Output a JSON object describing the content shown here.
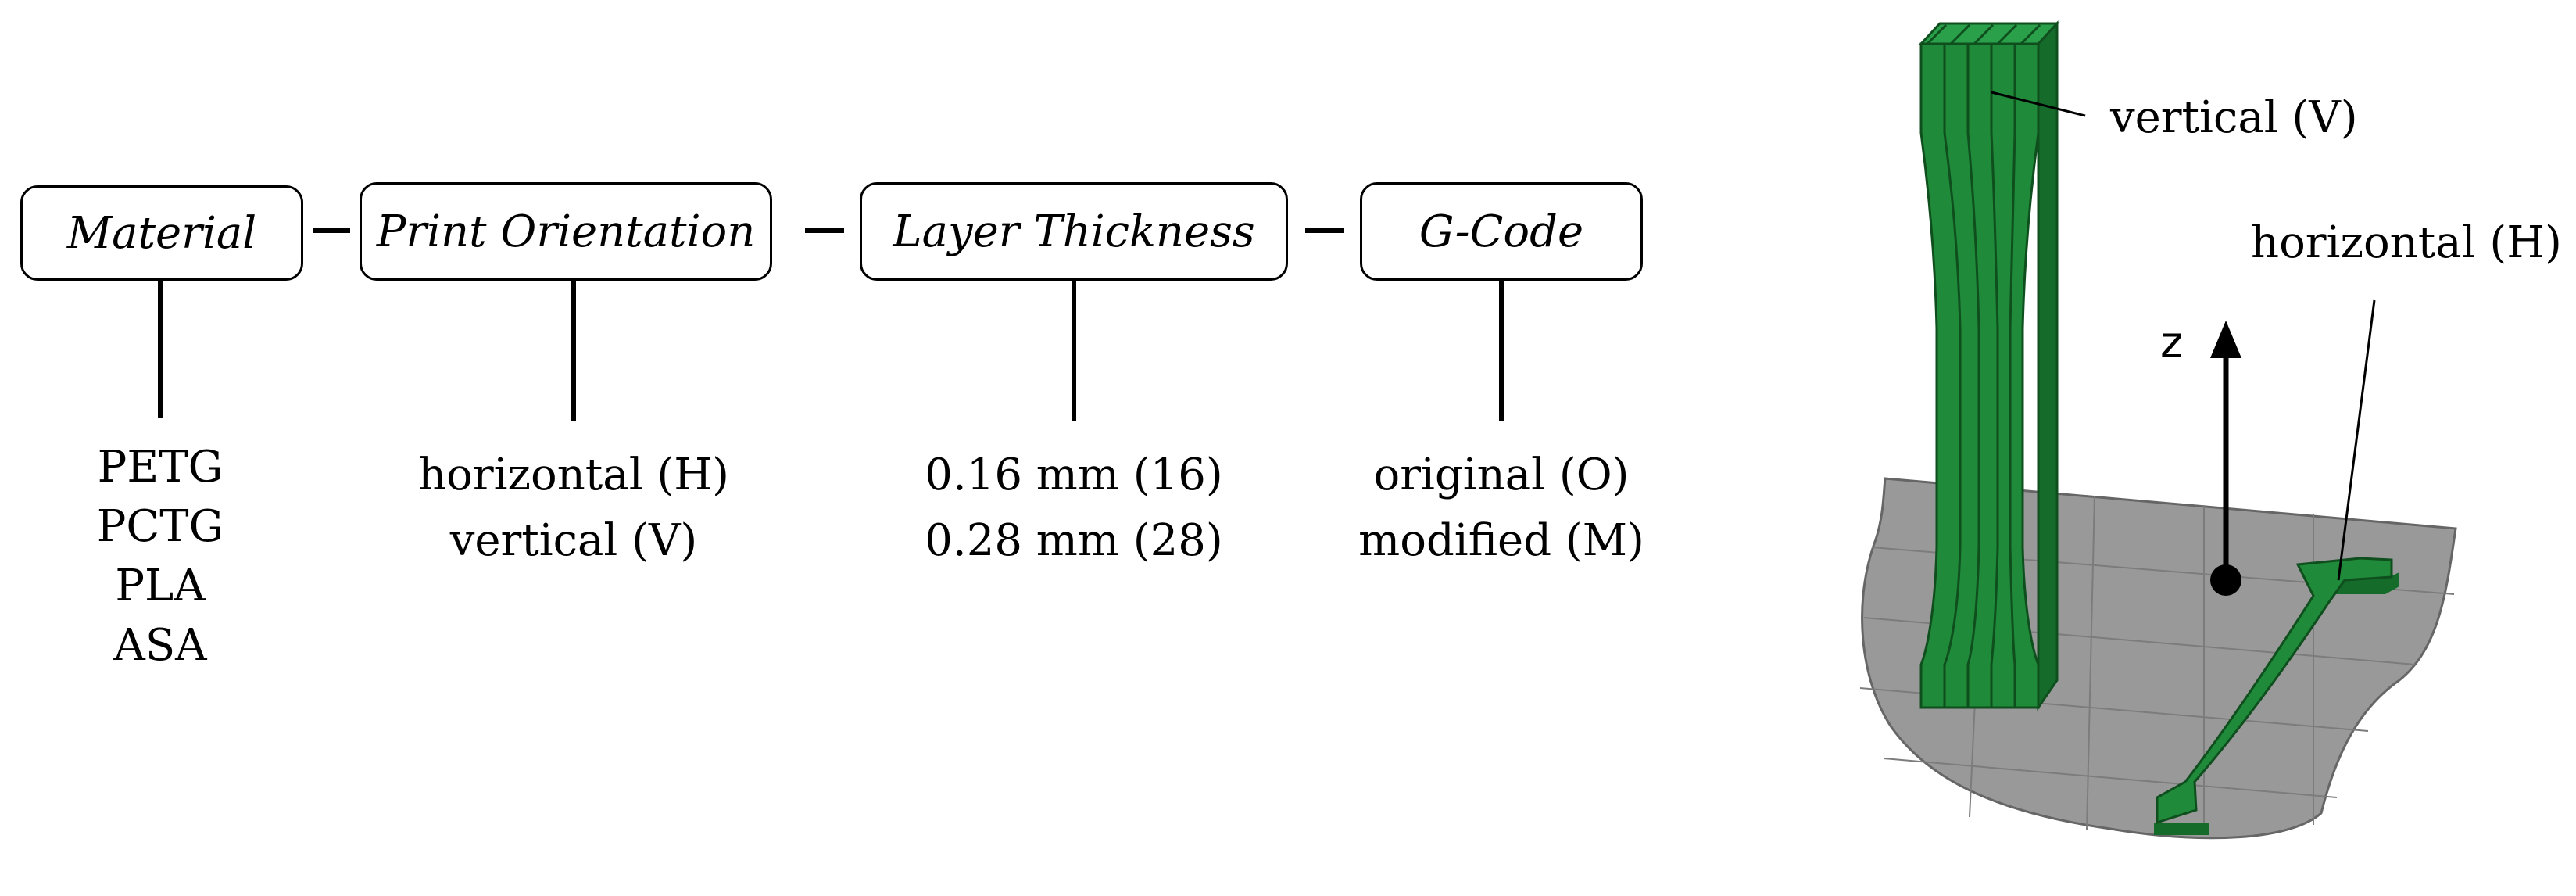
{
  "factors": [
    {
      "title": "Material",
      "options": [
        "PETG",
        "PCTG",
        "PLA",
        "ASA"
      ]
    },
    {
      "title": "Print Orientation",
      "options": [
        "horizontal (H)",
        "vertical (V)"
      ]
    },
    {
      "title": "Layer Thickness",
      "options": [
        "0.16 mm (16)",
        "0.28 mm (28)"
      ]
    },
    {
      "title": "G-Code",
      "options": [
        "original (O)",
        "modified (M)"
      ]
    }
  ],
  "scene": {
    "label_vertical": "vertical (V)",
    "label_horizontal": "horizontal (H)",
    "axis_label": "z",
    "colors": {
      "specimen": "#1f8a3a",
      "specimen_dark": "#146b2a",
      "plate": "#999999",
      "grid": "#7c7c7c"
    }
  }
}
